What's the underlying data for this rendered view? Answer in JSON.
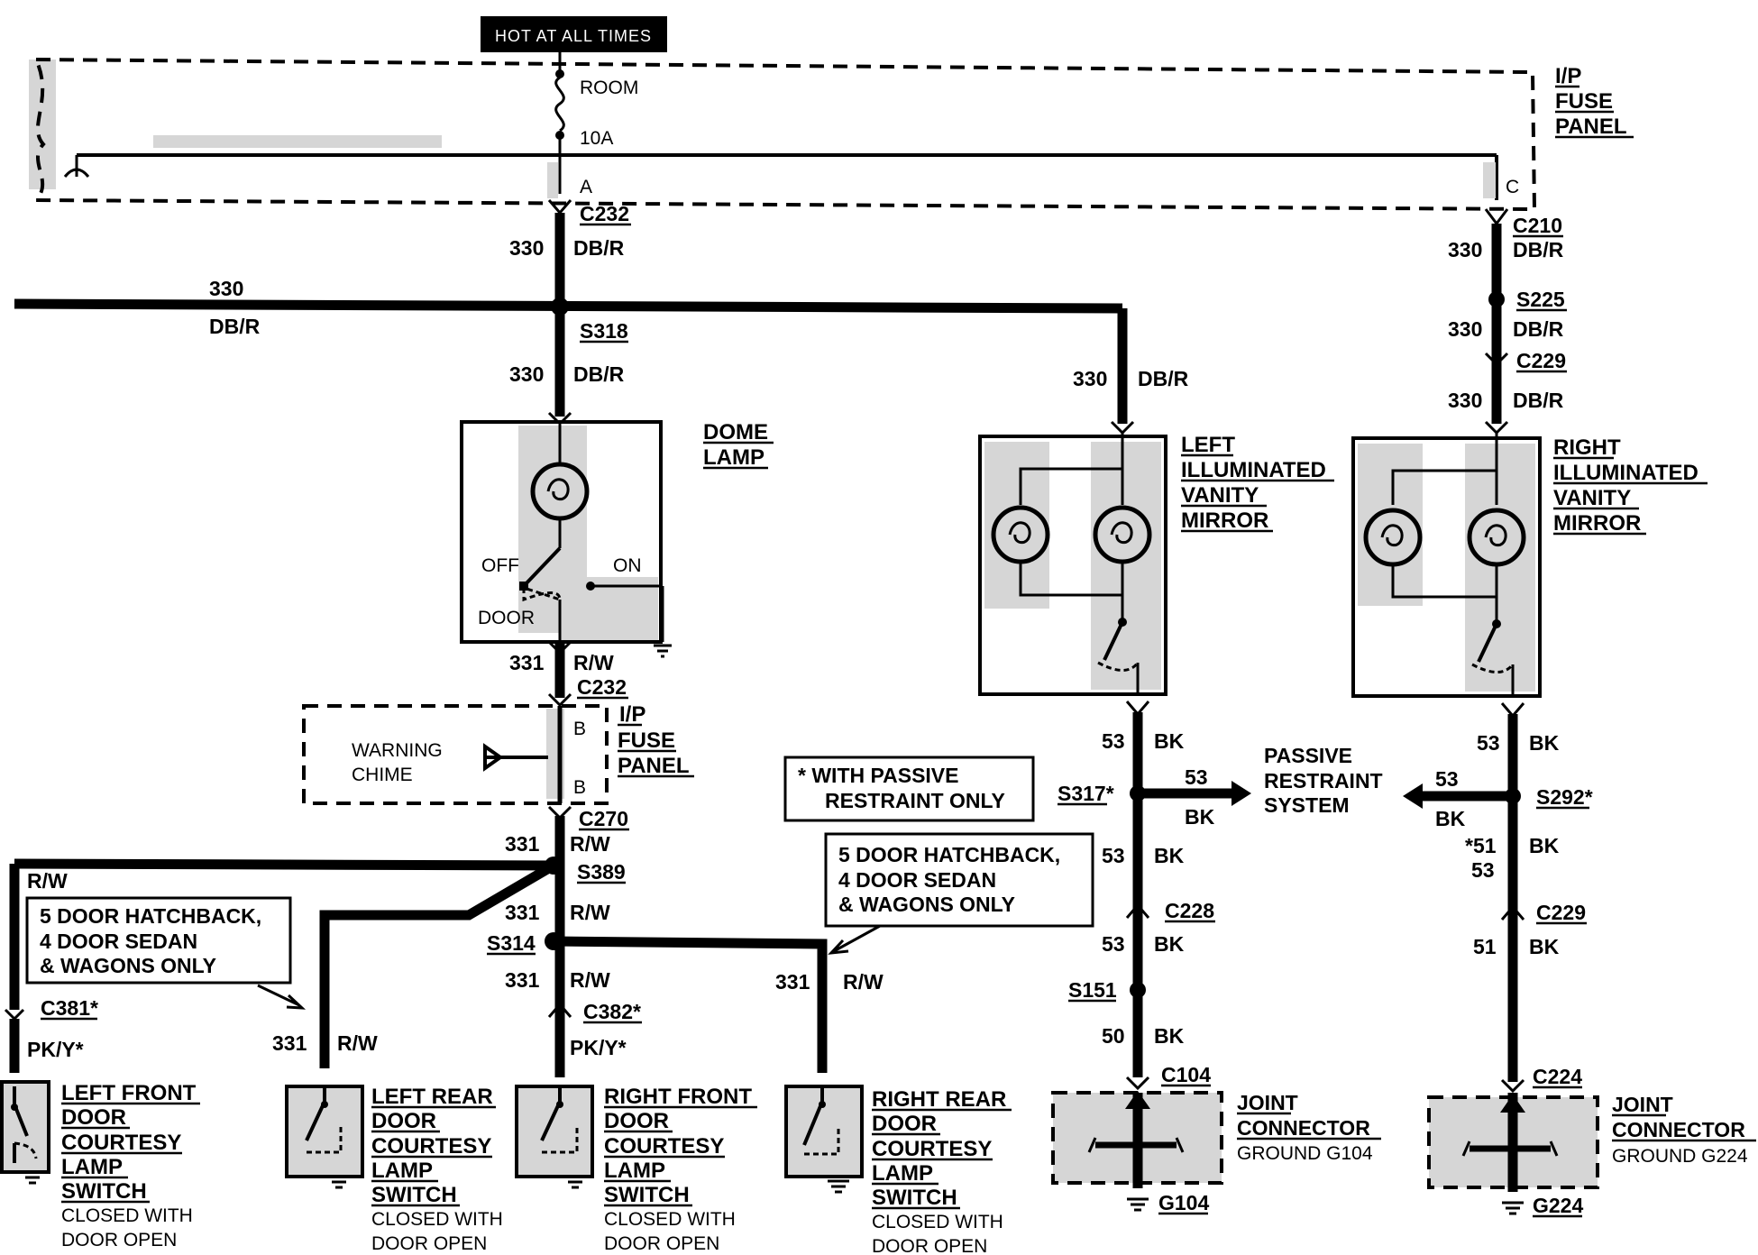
{
  "header": {
    "hot_tag": "HOT AT ALL TIMES"
  },
  "fuse_panel": {
    "fuse_name": "ROOM",
    "fuse_rating": "10A",
    "pin_a": "A",
    "pin_c": "C",
    "title": [
      "I/P",
      "FUSE",
      "PANEL"
    ]
  },
  "wires": {
    "c232_top": "C232",
    "w330": "330",
    "dbr": "DB/R",
    "s318": "S318",
    "c210": "C210",
    "s225": "S225",
    "c229": "C229",
    "w331": "331",
    "rw": "R/W",
    "c232_mid": "C232",
    "c270": "C270",
    "s389": "S389",
    "s314": "S314",
    "c381": "C381*",
    "c382": "C382*",
    "pky": "PK/Y*",
    "w53": "53",
    "w50": "50",
    "w51": "51",
    "w51s": "*51",
    "bk": "BK",
    "s317": "S317*",
    "s292": "S292*",
    "c228": "C228",
    "s151": "S151",
    "c104": "C104",
    "g104": "G104",
    "c224": "C224",
    "g224": "G224"
  },
  "components": {
    "dome_lamp": [
      "DOME",
      "LAMP"
    ],
    "dome_off": "OFF",
    "dome_on": "ON",
    "dome_door": "DOOR",
    "left_mirror": [
      "LEFT",
      "ILLUMINATED",
      "VANITY",
      "MIRROR"
    ],
    "right_mirror": [
      "RIGHT",
      "ILLUMINATED",
      "VANITY",
      "MIRROR"
    ],
    "warning_chime": [
      "WARNING",
      "CHIME"
    ],
    "chime_pin": "B",
    "ip_fuse_panel": [
      "I/P",
      "FUSE",
      "PANEL"
    ],
    "passive_restraint": [
      "PASSIVE",
      "RESTRAINT",
      "SYSTEM"
    ],
    "joint_connector": [
      "JOINT",
      "CONNECTOR"
    ],
    "ground_g104": "GROUND G104",
    "ground_g224": "GROUND G224"
  },
  "notes": {
    "passive_note": [
      "*  WITH PASSIVE",
      "RESTRAINT ONLY"
    ],
    "hatch_note_left": [
      "5 DOOR HATCHBACK,",
      "4 DOOR SEDAN",
      "& WAGONS ONLY"
    ],
    "hatch_note_right": [
      "5 DOOR HATCHBACK,",
      "4 DOOR SEDAN",
      "& WAGONS ONLY"
    ]
  },
  "switches": {
    "left_front": [
      "LEFT FRONT",
      "DOOR",
      "COURTESY",
      "LAMP",
      "SWITCH"
    ],
    "left_rear": [
      "LEFT REAR",
      "DOOR",
      "COURTESY",
      "LAMP",
      "SWITCH"
    ],
    "right_front": [
      "RIGHT FRONT",
      "DOOR",
      "COURTESY",
      "LAMP",
      "SWITCH"
    ],
    "right_rear": [
      "RIGHT REAR",
      "DOOR",
      "COURTESY",
      "LAMP",
      "SWITCH"
    ],
    "closed_note": [
      "CLOSED WITH",
      "DOOR OPEN"
    ]
  }
}
